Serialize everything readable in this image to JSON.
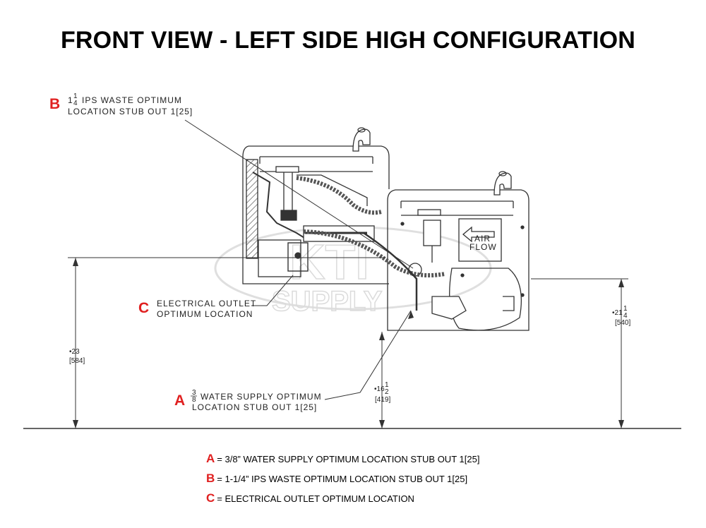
{
  "title": "FRONT VIEW -  LEFT SIDE HIGH CONFIGURATION",
  "callouts": {
    "b": {
      "letter": "B",
      "line1_pre": "1",
      "frac_num": "1",
      "frac_den": "4",
      "line1_post": "IPS WASTE OPTIMUM",
      "line2": "LOCATION STUB OUT 1[25]"
    },
    "c": {
      "letter": "C",
      "line1": "ELECTRICAL OUTLET",
      "line2": "OPTIMUM LOCATION"
    },
    "a": {
      "letter": "A",
      "frac_num": "3",
      "frac_den": "8",
      "line1_post": "WATER SUPPLY OPTIMUM",
      "line2": "LOCATION STUB OUT 1[25]"
    }
  },
  "unit_labels": {
    "air_flow_1": "AIR",
    "air_flow_2": "FLOW"
  },
  "dimensions": {
    "left": {
      "line1": "•23",
      "line2": "[584]"
    },
    "mid": {
      "pre": "•16",
      "frac_num": "1",
      "frac_den": "2",
      "line2": "[419]"
    },
    "right": {
      "pre": "•21",
      "frac_num": "1",
      "frac_den": "4",
      "line2": "[540]"
    }
  },
  "legend": [
    {
      "letter": "A",
      "text": "= 3/8” WATER SUPPLY OPTIMUM LOCATION STUB OUT 1[25]"
    },
    {
      "letter": "B",
      "text": "= 1-1/4” IPS WASTE OPTIMUM LOCATION STUB OUT 1[25]"
    },
    {
      "letter": "C",
      "text": "= ELECTRICAL OUTLET OPTIMUM LOCATION"
    }
  ],
  "watermark": {
    "line1": "KTI",
    "line2": "SUPPLY"
  },
  "colors": {
    "accent_red": "#e02020",
    "line": "#333333"
  }
}
